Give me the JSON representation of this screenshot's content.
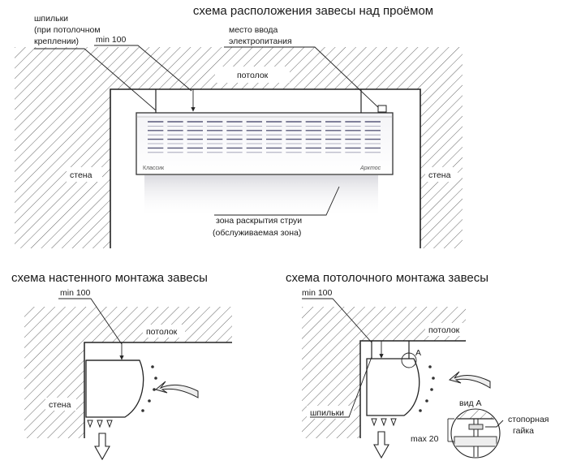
{
  "titles": {
    "top": "схема расположения завесы над проёмом",
    "wall": "схема настенного монтажа завесы",
    "ceiling": "схема потолочного монтажа завесы"
  },
  "top_diagram": {
    "studs_label_lines": [
      "шпильки",
      "(при потолочном",
      "креплении)"
    ],
    "min_label": "min 100",
    "power_label_lines": [
      "место ввода",
      "электропитания"
    ],
    "ceiling_label": "потолок",
    "wall_left_label": "стена",
    "wall_right_label": "стена",
    "zone_label_lines": [
      "зона раскрытия струи",
      "(обслуживаемая зона)"
    ],
    "unit_model": "Классик",
    "unit_brand": "Арктос"
  },
  "wall_diagram": {
    "min_label": "min 100",
    "ceiling_label": "потолок",
    "wall_label": "стена"
  },
  "ceiling_diagram": {
    "min_label": "min 100",
    "ceiling_label": "потолок",
    "studs_label": "шпильки",
    "callout_label": "А",
    "view_label": "вид А",
    "max_label": "max 20",
    "nut_label_lines": [
      "стопорная",
      "гайка"
    ]
  }
}
